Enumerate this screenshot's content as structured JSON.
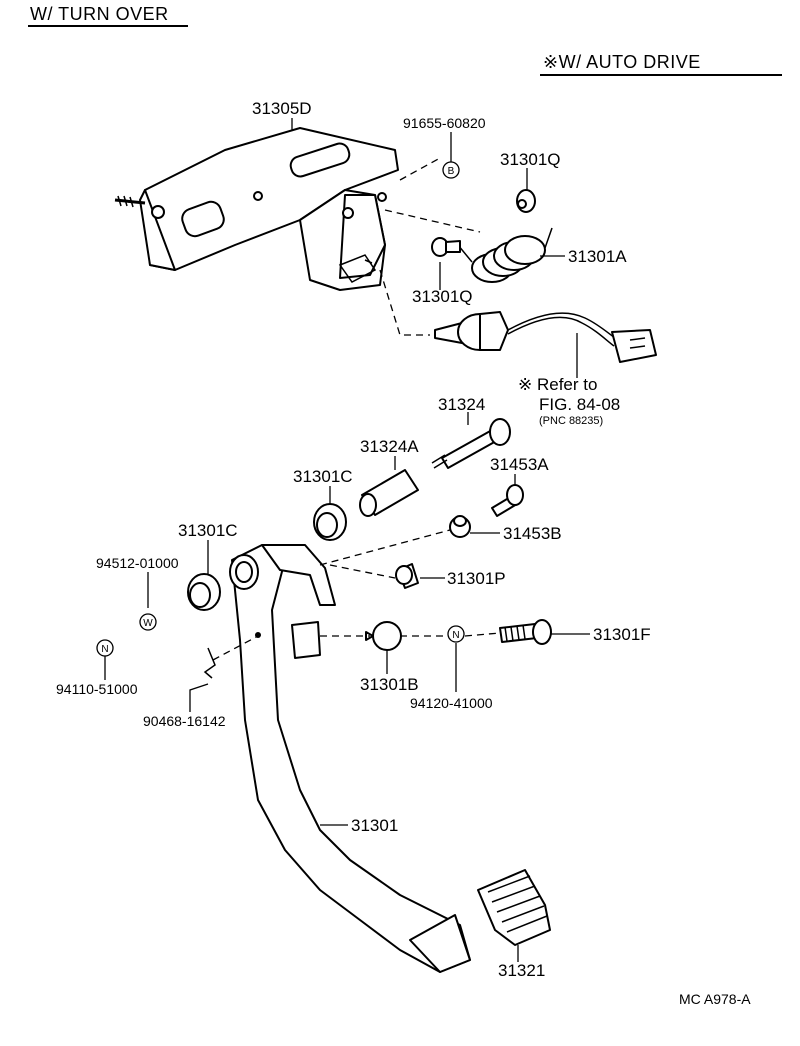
{
  "header": {
    "left_title": "W/ TURN  OVER",
    "right_title": "※W/ AUTO  DRIVE"
  },
  "parts": {
    "p31305D": "31305D",
    "p91655": "91655-60820",
    "p31301Q_top": "31301Q",
    "p31301A": "31301A",
    "p31301Q_bottom": "31301Q",
    "p31324": "31324",
    "p31324A": "31324A",
    "p31301C_upper": "31301C",
    "p31453A": "31453A",
    "p31453B": "31453B",
    "p31301C_lower": "31301C",
    "p94512": "94512-01000",
    "p31301P": "31301P",
    "p31301F": "31301F",
    "p94110": "94110-51000",
    "p90468": "90468-16142",
    "p31301B": "31301B",
    "p94120": "94120-41000",
    "p31301": "31301",
    "p31321": "31321"
  },
  "reference": {
    "line1": "※ Refer to",
    "line2": "FIG. 84-08",
    "line3": "(PNC 88235)"
  },
  "badges": {
    "b": "B",
    "w": "W",
    "n_left": "N",
    "n_mid": "N"
  },
  "footer": {
    "code": "MC   A978-A"
  }
}
